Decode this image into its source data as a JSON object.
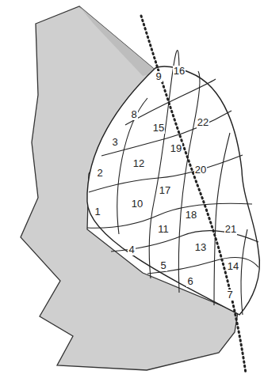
{
  "diagram": {
    "labels": [
      "9",
      "16",
      "8",
      "15",
      "22",
      "3",
      "19",
      "12",
      "20",
      "2",
      "17",
      "10",
      "18",
      "21",
      "1",
      "11",
      "13",
      "14",
      "4",
      "5",
      "6",
      "7"
    ]
  }
}
